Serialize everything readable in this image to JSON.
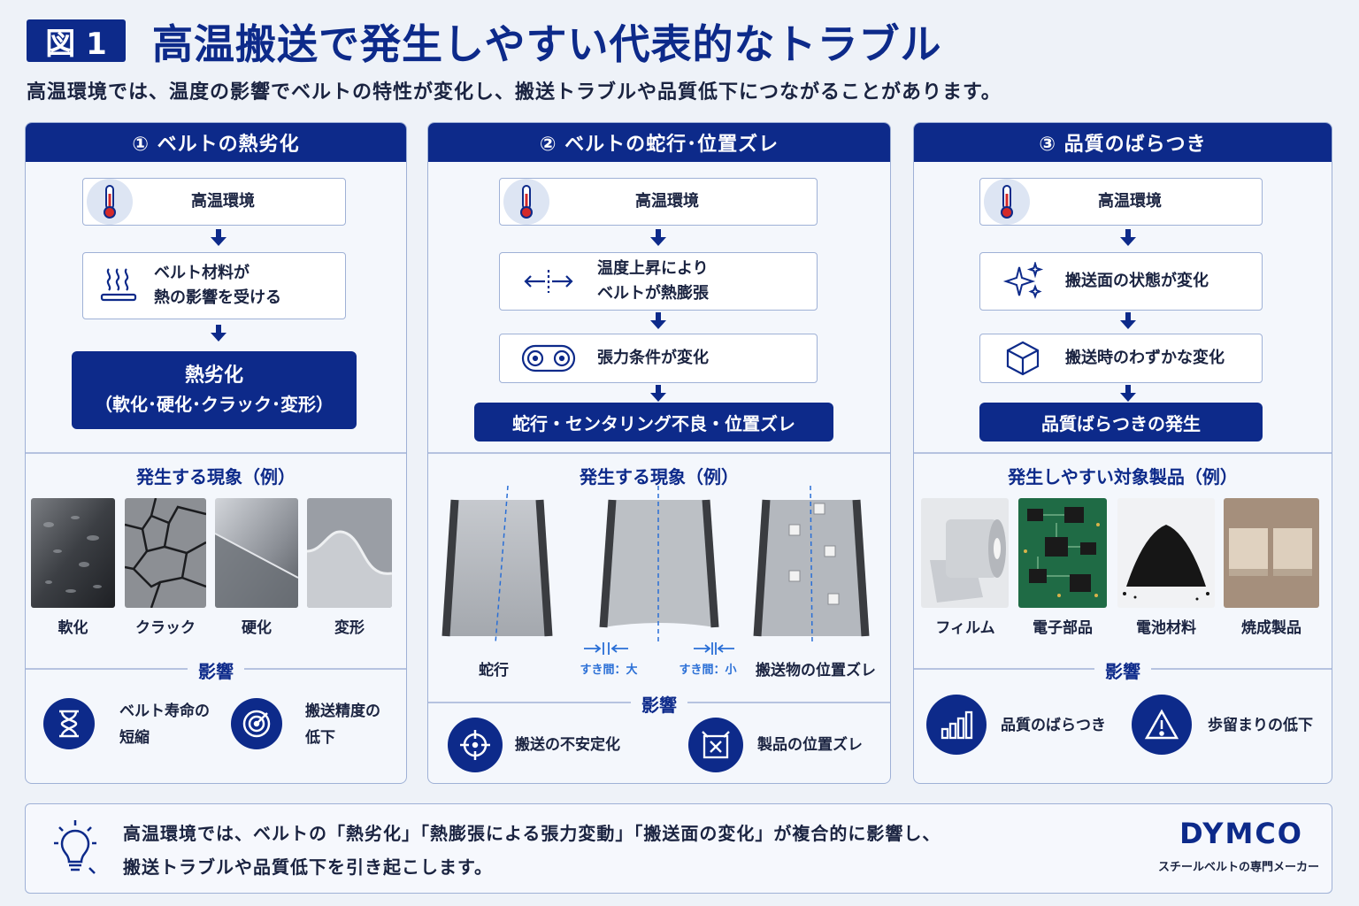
{
  "header": {
    "figure_label": "図 1",
    "title": "高温搬送で発生しやすい代表的なトラブル",
    "subtitle": "高温環境では、温度の影響でベルトの特性が変化し、搬送トラブルや品質低下につながることがあります。"
  },
  "panels": [
    {
      "title": "① ベルトの熱劣化",
      "flow": [
        {
          "icon": "thermometer-icon",
          "text": "高温環境"
        },
        {
          "icon": "heat-waves-icon",
          "line1": "ベルト材料が",
          "line2": "熱の影響を受ける"
        }
      ],
      "result": {
        "line1": "熱劣化",
        "line2": "（軟化･硬化･クラック･変形）"
      },
      "phenomena_title": "発生する現象（例）",
      "phenomena": [
        "軟化",
        "クラック",
        "硬化",
        "変形"
      ],
      "impact_title": "影響",
      "impacts": [
        {
          "icon": "hourglass-icon",
          "line1": "ベルト寿命の",
          "line2": "短縮"
        },
        {
          "icon": "target-icon",
          "line1": "搬送精度の",
          "line2": "低下"
        }
      ]
    },
    {
      "title": "② ベルトの蛇行･位置ズレ",
      "flow": [
        {
          "icon": "thermometer-icon",
          "text": "高温環境"
        },
        {
          "icon": "expand-arrows-icon",
          "line1": "温度上昇により",
          "line2": "ベルトが熱膨張"
        },
        {
          "icon": "belt-rollers-icon",
          "text": "張力条件が変化"
        }
      ],
      "result": {
        "line1": "蛇行・センタリング不良・位置ズレ"
      },
      "phenomena_title": "発生する現象（例）",
      "phenomena": [
        "蛇行",
        "搬送物の位置ズレ"
      ],
      "gap_labels": [
        "すき間：大",
        "すき間：小"
      ],
      "impact_title": "影響",
      "impacts": [
        {
          "icon": "crosshair-icon",
          "text": "搬送の不安定化"
        },
        {
          "icon": "box-misaligned-icon",
          "text": "製品の位置ズレ"
        }
      ]
    },
    {
      "title": "③ 品質のばらつき",
      "flow": [
        {
          "icon": "thermometer-icon",
          "text": "高温環境"
        },
        {
          "icon": "sparkle-icon",
          "text": "搬送面の状態が変化"
        },
        {
          "icon": "cube-icon",
          "text": "搬送時のわずかな変化"
        }
      ],
      "result": {
        "line1": "品質ばらつきの発生"
      },
      "products_title": "発生しやすい対象製品（例）",
      "products": [
        "フィルム",
        "電子部品",
        "電池材料",
        "焼成製品"
      ],
      "impact_title": "影響",
      "impacts": [
        {
          "icon": "bar-chart-icon",
          "text": "品質のばらつき"
        },
        {
          "icon": "warning-icon",
          "text": "歩留まりの低下"
        }
      ]
    }
  ],
  "footer": {
    "summary_line1": "高温環境では、ベルトの「熱劣化」「熱膨張による張力変動」「搬送面の変化」が複合的に影響し、",
    "summary_line2": "搬送トラブルや品質低下を引き起こします。",
    "brand": "DYMCO",
    "brand_tagline": "スチールベルトの専門メーカー"
  },
  "colors": {
    "navy": "#0d2a8a",
    "panel_border": "#9fb1d6",
    "background": "#eef2f8",
    "accent_line": "#2a6fd6"
  }
}
